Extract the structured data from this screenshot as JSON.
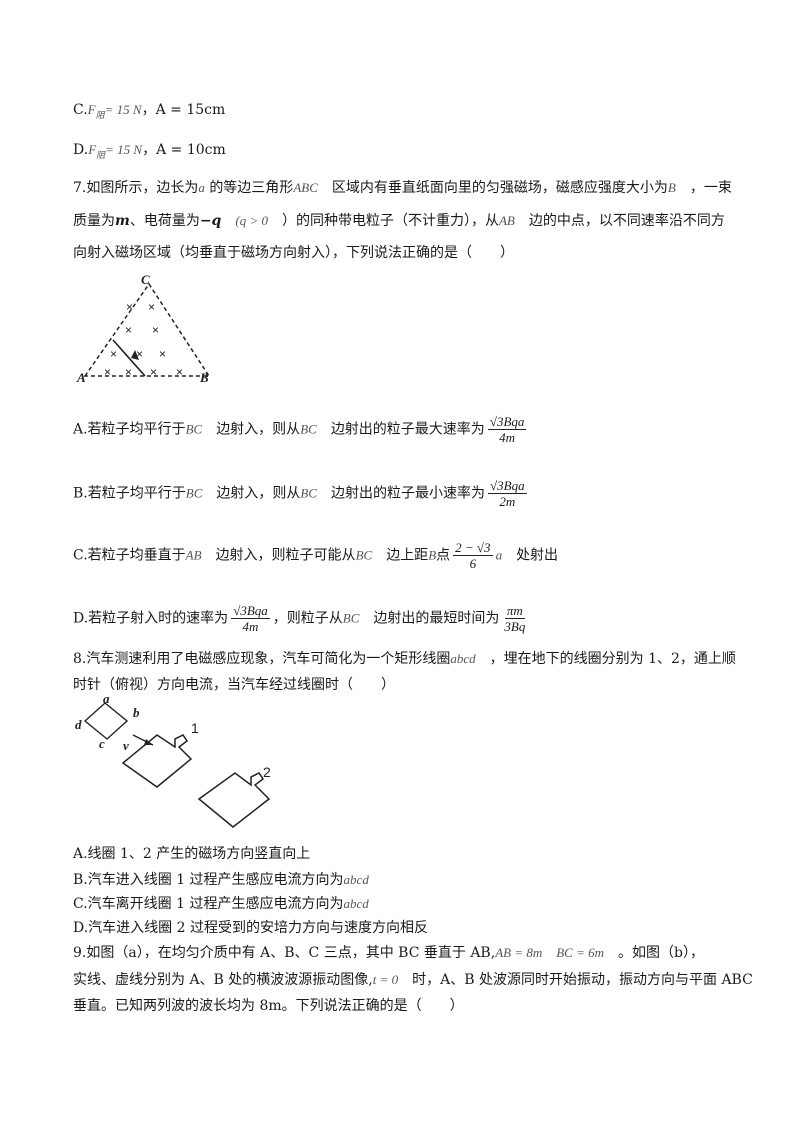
{
  "options_prev": {
    "c": {
      "prefix": "C.",
      "formula": "F",
      "sub": "阻",
      "eq": "= 15 N",
      "rest": "，A = 15cm"
    },
    "d": {
      "prefix": "D.",
      "formula": "F",
      "sub": "阻",
      "eq": "= 15 N",
      "rest": "，A = 10cm"
    }
  },
  "q7": {
    "line1": {
      "a": "7.如图所示，边长为",
      "b": "a",
      "c": "的等边三角形",
      "d": "ABC",
      "e": "区域内有垂直纸面向里的匀强磁场，磁感应强度大小为",
      "f": "B",
      "g": "，一束"
    },
    "line2": {
      "a": "质量为",
      "b": "m",
      "c": "、电荷量为",
      "d": "−q",
      "e": "(q > 0",
      "f": "）的同种带电粒子（不计重力），从",
      "g": "AB",
      "h": "边的中点，以不同速率沿不同方"
    },
    "line3": "向射入磁场区域（均垂直于磁场方向射入），下列说法正确的是（　　）",
    "figure": {
      "A": "A",
      "B": "B",
      "C": "C"
    },
    "optA": {
      "a": "A.若粒子均平行于",
      "b": "BC",
      "c": "边射入，则从",
      "d": "BC",
      "e": "边射出的粒子最大速率为",
      "num": "√3Bqa",
      "den": "4m"
    },
    "optB": {
      "a": "B.若粒子均平行于",
      "b": "BC",
      "c": "边射入，则从",
      "d": "BC",
      "e": "边射出的粒子最小速率为",
      "num": "√3Bqa",
      "den": "2m"
    },
    "optC": {
      "a": "C.若粒子均垂直于",
      "b": "AB",
      "c": "边射入，则粒子可能从",
      "d": "BC",
      "e": "边上距",
      "f": "B",
      "g": "点",
      "num": "2 − √3",
      "den": "6",
      "h": "a",
      "i": "处射出"
    },
    "optD": {
      "a": "D.若粒子射入时的速率为",
      "num1": "√3Bqa",
      "den1": "4m",
      "b": "，则粒子从",
      "c": "BC",
      "d": "边射出的最短时间为",
      "num2": "πm",
      "den2": "3Bq"
    }
  },
  "q8": {
    "line1": {
      "a": "8.汽车测速利用了电磁感应现象，汽车可简化为一个矩形线圈",
      "b": "abcd",
      "c": "，埋在地下的线圈分别为 1、2，通上顺"
    },
    "line2": "时针（俯视）方向电流，当汽车经过线圈时（　　）",
    "figure": {
      "a": "a",
      "b": "b",
      "c": "c",
      "d": "d",
      "v": "v",
      "coil1": "1",
      "coil2": "2"
    },
    "optA": "A.线圈 1、2 产生的磁场方向竖直向上",
    "optB": {
      "a": "B.汽车进入线圈 1 过程产生感应电流方向为",
      "b": "abcd"
    },
    "optC": {
      "a": "C.汽车离开线圈 1 过程产生感应电流方向为",
      "b": "abcd"
    },
    "optD": "D.汽车进入线圈 2 过程受到的安培力方向与速度方向相反"
  },
  "q9": {
    "line1": {
      "a": "9.如图（a），在均匀介质中有 A、B、C 三点，其中 BC 垂直于 AB,",
      "b": "AB = 8m",
      "c": "BC = 6m",
      "d": "。如图（b），"
    },
    "line2": {
      "a": "实线、虚线分别为 A、B 处的横波波源振动图像,",
      "b": "t = 0",
      "c": "时，A、B 处波源同时开始振动，振动方向与平面 ABC"
    },
    "line3": "垂直。已知两列波的波长均为 8m。下列说法正确的是（　　）"
  }
}
